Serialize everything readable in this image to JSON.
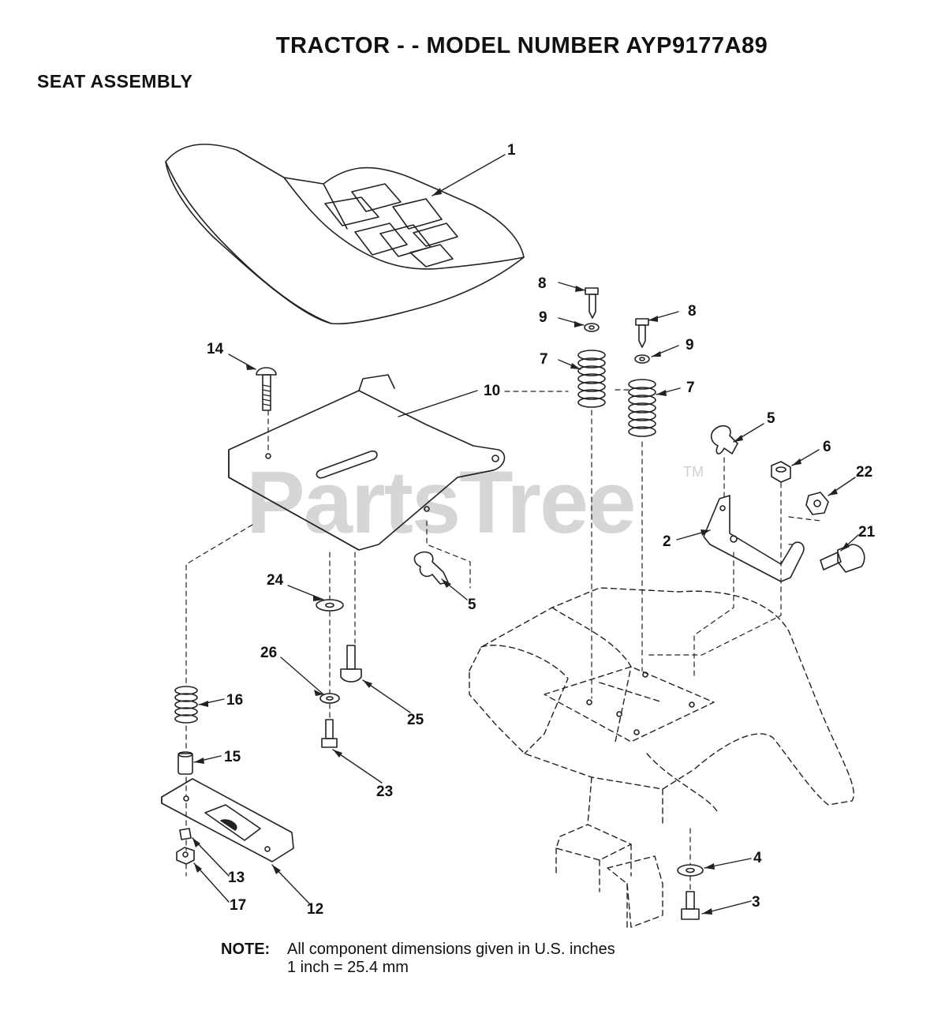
{
  "header": {
    "title": "TRACTOR - - MODEL NUMBER AYP9177A89",
    "subtitle": "SEAT ASSEMBLY"
  },
  "watermark": {
    "text": "PartsTree",
    "tm": "TM"
  },
  "callouts": [
    {
      "id": "c1",
      "label": "1"
    },
    {
      "id": "c8a",
      "label": "8"
    },
    {
      "id": "c8b",
      "label": "8"
    },
    {
      "id": "c9a",
      "label": "9"
    },
    {
      "id": "c9b",
      "label": "9"
    },
    {
      "id": "c14",
      "label": "14"
    },
    {
      "id": "c7a",
      "label": "7"
    },
    {
      "id": "c7b",
      "label": "7"
    },
    {
      "id": "c10",
      "label": "10"
    },
    {
      "id": "c5a",
      "label": "5"
    },
    {
      "id": "c6",
      "label": "6"
    },
    {
      "id": "c22",
      "label": "22"
    },
    {
      "id": "c2",
      "label": "2"
    },
    {
      "id": "c21",
      "label": "21"
    },
    {
      "id": "c24",
      "label": "24"
    },
    {
      "id": "c5b",
      "label": "5"
    },
    {
      "id": "c26",
      "label": "26"
    },
    {
      "id": "c25",
      "label": "25"
    },
    {
      "id": "c16",
      "label": "16"
    },
    {
      "id": "c15",
      "label": "15"
    },
    {
      "id": "c23",
      "label": "23"
    },
    {
      "id": "c4",
      "label": "4"
    },
    {
      "id": "c13",
      "label": "13"
    },
    {
      "id": "c3",
      "label": "3"
    },
    {
      "id": "c17",
      "label": "17"
    },
    {
      "id": "c12",
      "label": "12"
    }
  ],
  "note": {
    "label": "NOTE:",
    "line1": "All component dimensions given in U.S. inches",
    "line2": "1 inch = 25.4 mm"
  }
}
